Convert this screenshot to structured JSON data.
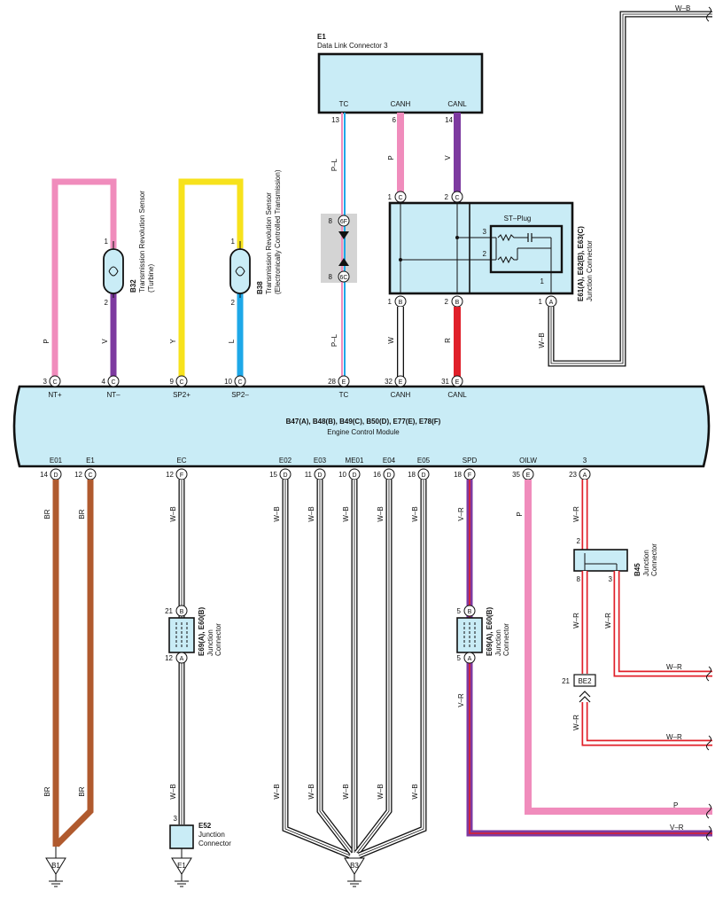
{
  "colors": {
    "pink": "#f08cbc",
    "violet": "#7d3aa0",
    "yellow": "#f7e21c",
    "blue": "#1ea8e8",
    "red": "#e0202a",
    "brown": "#b05a2e",
    "module_fill": "#c9ecf6",
    "connector_gray": "#d4d4d4"
  },
  "dlc": {
    "id": "E1",
    "name": "Data Link Connector 3",
    "pins": [
      {
        "name": "TC",
        "num": "13"
      },
      {
        "name": "CANH",
        "num": "6"
      },
      {
        "name": "CANL",
        "num": "14"
      }
    ]
  },
  "junction_e61": {
    "label": "E61(A), E62(B), E63(C)",
    "name": "Junction Connector",
    "plug": "ST–Plug",
    "top_pins": [
      {
        "num": "1",
        "letter": "C"
      },
      {
        "num": "2",
        "letter": "C"
      }
    ],
    "bottom_pins": [
      {
        "num": "1",
        "letter": "B"
      },
      {
        "num": "2",
        "letter": "B"
      },
      {
        "num": "1",
        "letter": "A"
      }
    ],
    "inner_pins": [
      "3",
      "2",
      "1"
    ]
  },
  "sensors": [
    {
      "id": "B32",
      "name": "Transmission Revolution Sensor",
      "sub": "(Turbine)",
      "pin_top": "1",
      "pin_bottom": "2"
    },
    {
      "id": "B38",
      "name": "Transmission Revolution Sensor",
      "sub": "(Electronically Controlled Transmission)",
      "pin_top": "1",
      "pin_bottom": "2"
    }
  ],
  "tc_connector": {
    "pin_top": "8",
    "letter_top": "6F",
    "pin_bottom": "8",
    "letter_bottom": "6C"
  },
  "ecm": {
    "ids": "B47(A), B48(B), B49(C), B50(D), E77(E), E78(F)",
    "name": "Engine Control Module",
    "top_pins": [
      {
        "num": "3",
        "letter": "C",
        "label": "NT+"
      },
      {
        "num": "4",
        "letter": "C",
        "label": "NT–"
      },
      {
        "num": "9",
        "letter": "C",
        "label": "SP2+"
      },
      {
        "num": "10",
        "letter": "C",
        "label": "SP2–"
      },
      {
        "num": "28",
        "letter": "E",
        "label": "TC"
      },
      {
        "num": "32",
        "letter": "E",
        "label": "CANH"
      },
      {
        "num": "31",
        "letter": "E",
        "label": "CANL"
      }
    ],
    "bottom_pins": [
      {
        "num": "14",
        "letter": "D",
        "label": "E01"
      },
      {
        "num": "12",
        "letter": "C",
        "label": "E1"
      },
      {
        "num": "12",
        "letter": "F",
        "label": "EC"
      },
      {
        "num": "15",
        "letter": "D",
        "label": "E02"
      },
      {
        "num": "11",
        "letter": "D",
        "label": "E03"
      },
      {
        "num": "10",
        "letter": "D",
        "label": "ME01"
      },
      {
        "num": "16",
        "letter": "D",
        "label": "E04"
      },
      {
        "num": "18",
        "letter": "D",
        "label": "E05"
      },
      {
        "num": "18",
        "letter": "F",
        "label": "SPD"
      },
      {
        "num": "35",
        "letter": "E",
        "label": "OILW"
      },
      {
        "num": "23",
        "letter": "A",
        "label": "3"
      }
    ]
  },
  "wire_colors": {
    "nt_plus": "P",
    "nt_minus": "V",
    "sp2_plus": "Y",
    "sp2_minus": "L",
    "tc": "P–L",
    "canh_top": "P",
    "canl_top": "V",
    "canh_bottom": "W",
    "canl_bottom": "R",
    "junction_out": "W–B",
    "top_right": "W–B",
    "e01": "BR",
    "e1": "BR",
    "ec": "W–B",
    "e02": "W–B",
    "e03": "W–B",
    "me01": "W–B",
    "e04": "W–B",
    "e05": "W–B",
    "spd": "V–R",
    "oilw": "P",
    "pin3": "W–R",
    "b45_8": "W–R",
    "b45_3": "W–R",
    "right_wr_1": "W–R",
    "right_wr_2": "W–R",
    "right_p": "P",
    "right_vr": "V–R"
  },
  "junction_e69_ec": {
    "label": "E69(A), E60(B)",
    "name": "Junction Connector",
    "pin_top": "21",
    "letter_top": "B",
    "pin_bottom": "12",
    "letter_bottom": "A"
  },
  "junction_e69_spd": {
    "label": "E69(A), E60(B)",
    "name": "Junction Connector",
    "pin_top": "5",
    "letter_top": "B",
    "pin_bottom": "5",
    "letter_bottom": "A"
  },
  "junction_b45": {
    "id": "B45",
    "name": "Junction Connector",
    "pin_top": "2",
    "pin_left": "8",
    "pin_right": "3"
  },
  "be2": {
    "pin": "21",
    "id": "BE2"
  },
  "junction_e52": {
    "id": "E52",
    "name": "Junction Connector",
    "pin": "3"
  },
  "grounds": [
    "B1",
    "E1",
    "B3"
  ]
}
